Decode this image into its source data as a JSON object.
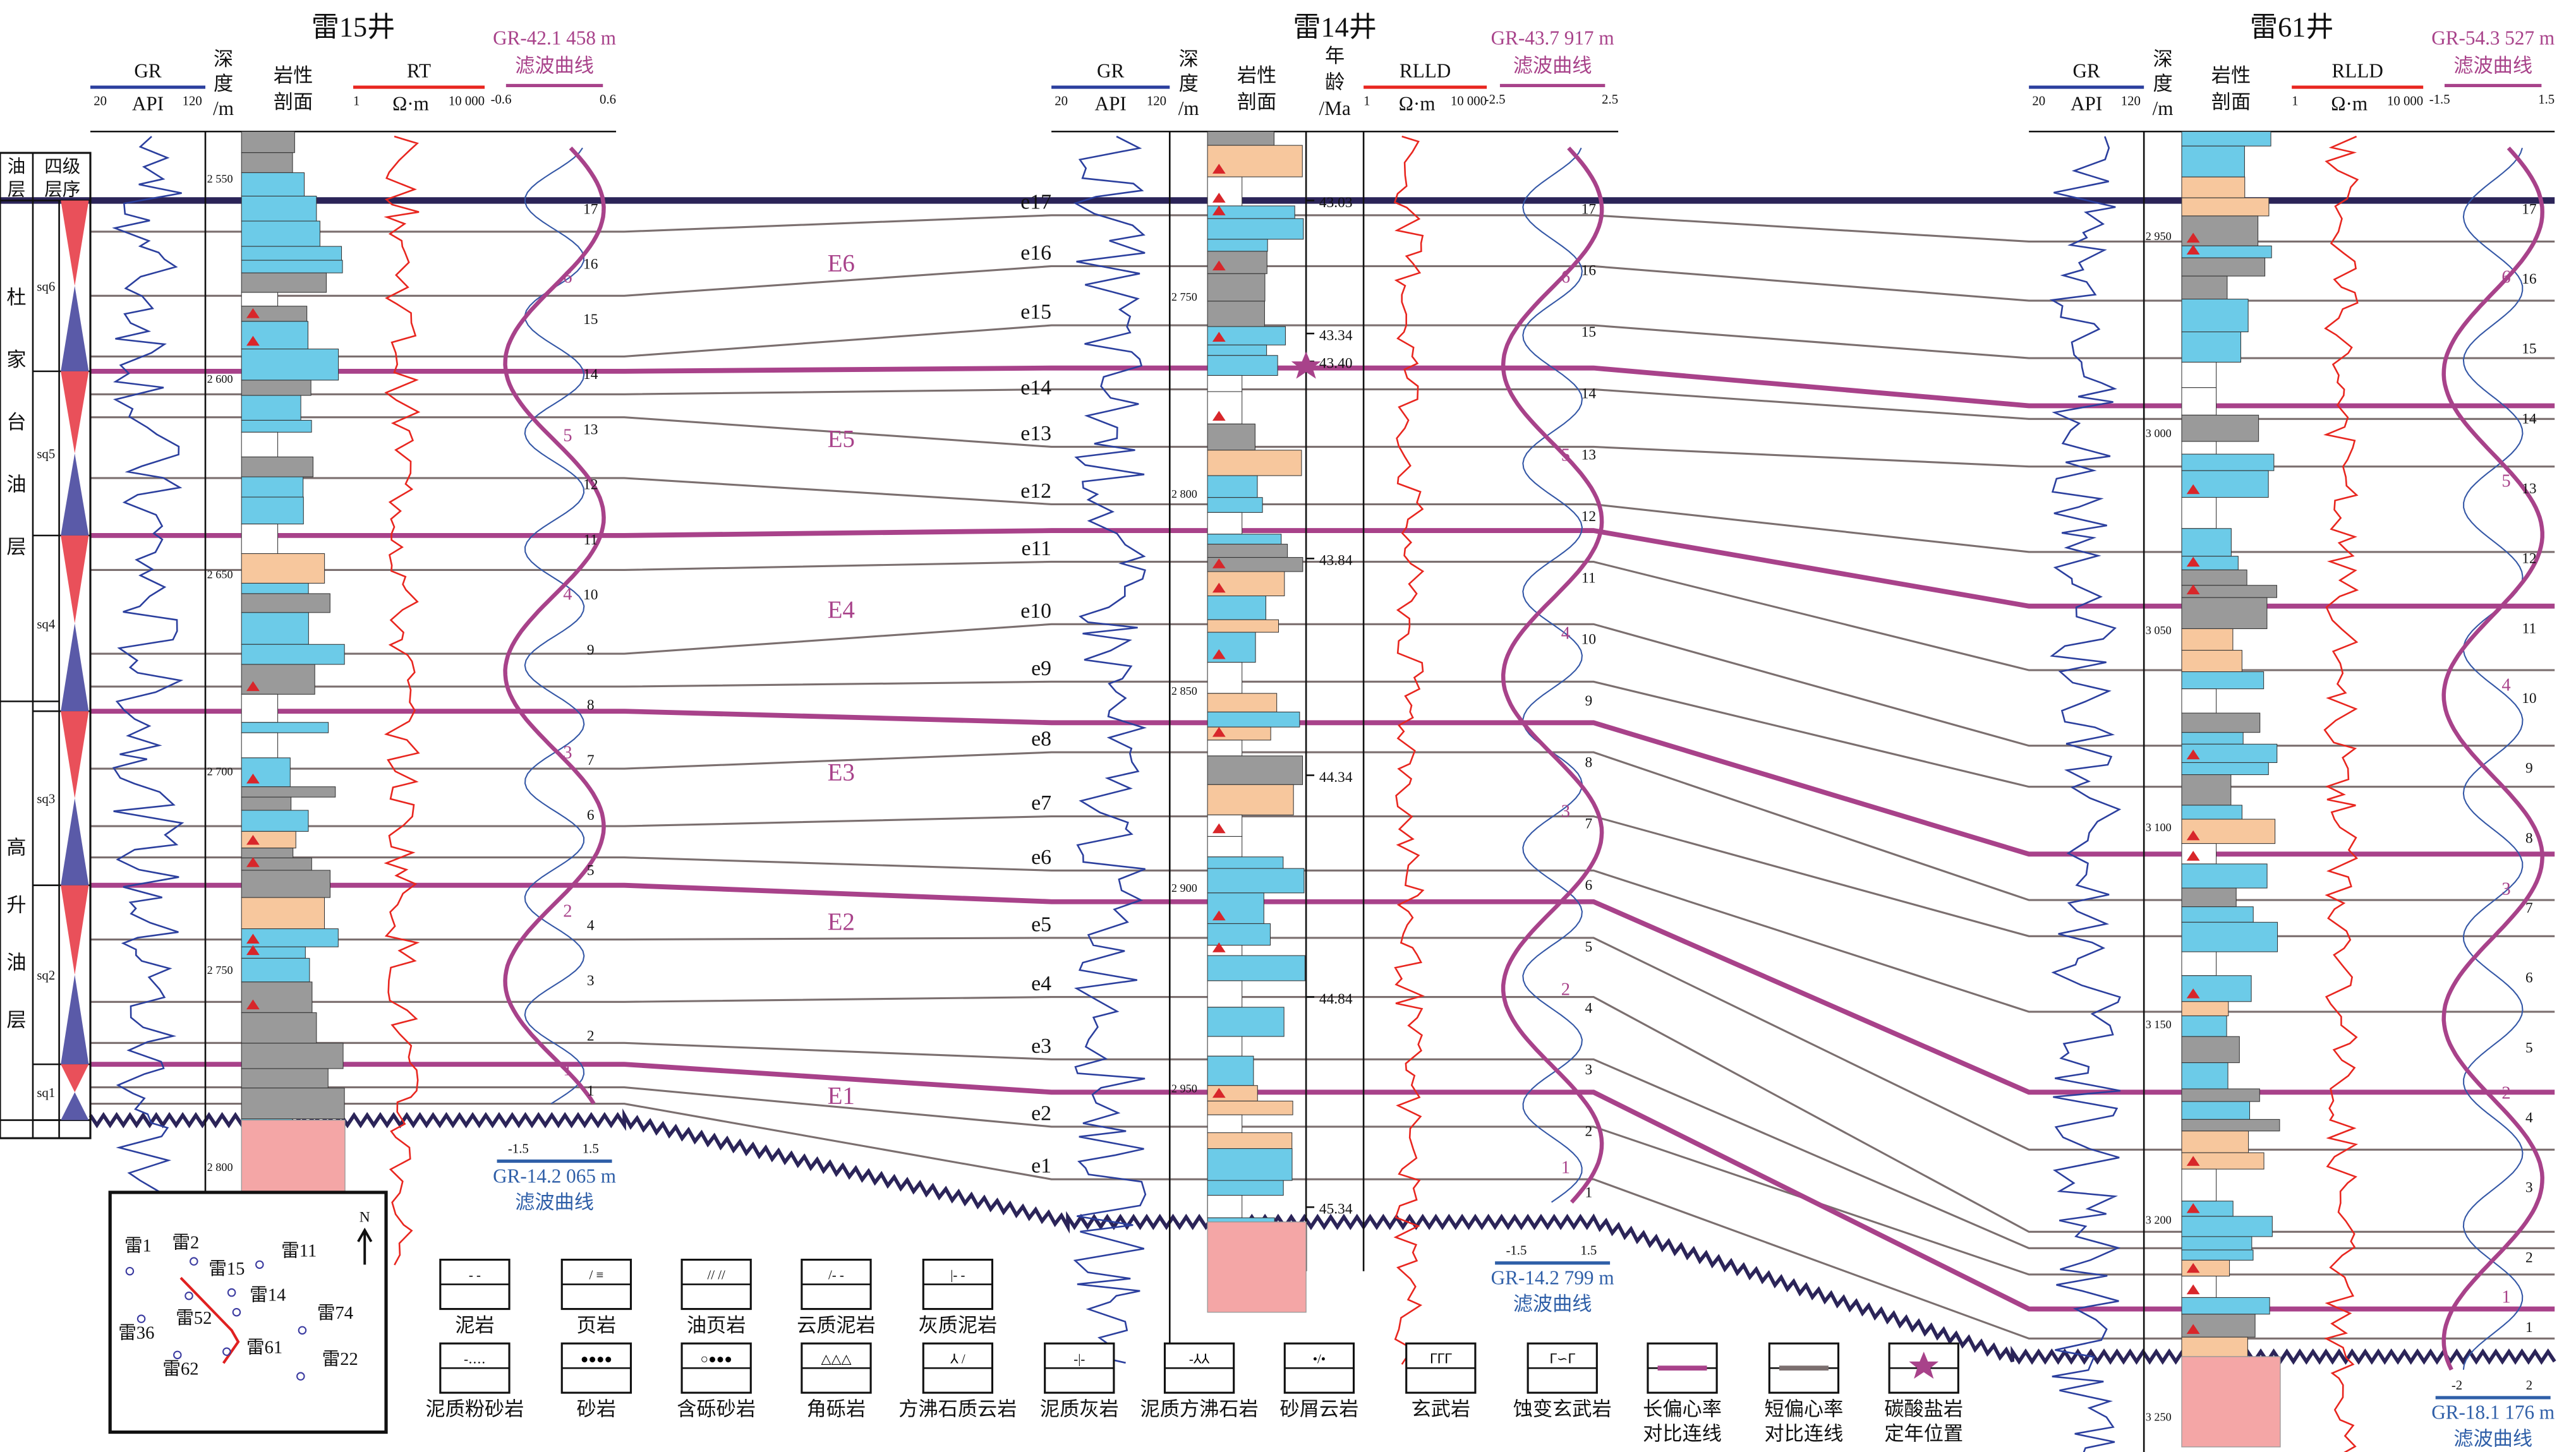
{
  "wells": [
    {
      "title": "雷15井",
      "gr": "GR",
      "gr_unit": "API",
      "gr_min": "20",
      "gr_max": "120",
      "depth": [
        "深",
        "度",
        "/m"
      ],
      "litho": [
        "岩性",
        "剖面"
      ],
      "res": "RT",
      "res_unit": "Ω·m",
      "res_min": "1",
      "res_max": "10 000",
      "filter_top": [
        "GR-42.1 458 m",
        "滤波曲线"
      ],
      "filter_top_min": "-0.6",
      "filter_top_max": "0.6",
      "filter_bottom": [
        "GR-14.2 065 m",
        "滤波曲线"
      ],
      "filter_bottom_min": "-1.5",
      "filter_bottom_max": "1.5",
      "depths": [
        "2 550",
        "2 600",
        "2 650",
        "2 700",
        "2 750",
        "2 800"
      ]
    },
    {
      "title": "雷14井",
      "gr": "GR",
      "gr_unit": "API",
      "gr_min": "20",
      "gr_max": "120",
      "depth": [
        "深",
        "度",
        "/m"
      ],
      "litho": [
        "岩性",
        "剖面"
      ],
      "age": [
        "年",
        "龄",
        "/Ma"
      ],
      "res": "RLLD",
      "res_unit": "Ω·m",
      "res_min": "1",
      "res_max": "10 000",
      "filter_top": [
        "GR-43.7 917 m",
        "滤波曲线"
      ],
      "filter_top_min": "-2.5",
      "filter_top_max": "2.5",
      "filter_bottom": [
        "GR-14.2 799 m",
        "滤波曲线"
      ],
      "filter_bottom_min": "-1.5",
      "filter_bottom_max": "1.5",
      "depths": [
        "2 750",
        "2 800",
        "2 850",
        "2 900",
        "2 950"
      ],
      "ages": [
        "43.03",
        "43.34",
        "43.40",
        "43.84",
        "44.34",
        "44.84",
        "45.34"
      ]
    },
    {
      "title": "雷61井",
      "gr": "GR",
      "gr_unit": "API",
      "gr_min": "20",
      "gr_max": "120",
      "depth": [
        "深",
        "度",
        "/m"
      ],
      "litho": [
        "岩性",
        "剖面"
      ],
      "res": "RLLD",
      "res_unit": "Ω·m",
      "res_min": "1",
      "res_max": "10 000",
      "filter_top": [
        "GR-54.3 527 m",
        "滤波曲线"
      ],
      "filter_top_min": "-1.5",
      "filter_top_max": "1.5",
      "filter_bottom": [
        "GR-18.1 176 m",
        "滤波曲线"
      ],
      "filter_bottom_min": "-2",
      "filter_bottom_max": "2",
      "depths": [
        "2 950",
        "3 000",
        "3 050",
        "3 100",
        "3 150",
        "3 200",
        "3 250"
      ]
    }
  ],
  "strat": {
    "header_oil": [
      "油",
      "层"
    ],
    "header_seq": [
      "四级",
      "层序"
    ],
    "oil_layers": [
      [
        "杜",
        "家",
        "台",
        "油",
        "层"
      ],
      [
        "高",
        "升",
        "油",
        "层"
      ]
    ],
    "sequences": [
      "sq6",
      "sq5",
      "sq4",
      "sq3",
      "sq2",
      "sq1"
    ]
  },
  "short_cycles": [
    "e17",
    "e16",
    "e15",
    "e14",
    "e13",
    "e12",
    "e11",
    "e10",
    "e9",
    "e8",
    "e7",
    "e6",
    "e5",
    "e4",
    "e3",
    "e2",
    "e1"
  ],
  "long_cycles": [
    "E6",
    "E5",
    "E4",
    "E3",
    "E2",
    "E1"
  ],
  "cycle_numbers": [
    "17",
    "16",
    "15",
    "14",
    "13",
    "12",
    "11",
    "10",
    "9",
    "8",
    "7",
    "6",
    "5",
    "4",
    "3",
    "2",
    "1"
  ],
  "long_numbers": [
    "6",
    "5",
    "4",
    "3",
    "2",
    "1"
  ],
  "map": {
    "north": "N",
    "wells": [
      "雷1",
      "雷2",
      "雷11",
      "雷15",
      "雷14",
      "雷74",
      "雷36",
      "雷52",
      "雷61",
      "雷22",
      "雷62"
    ]
  },
  "legend": [
    "泥岩",
    "页岩",
    "油页岩",
    "云质泥岩",
    "灰质泥岩",
    "泥质粉砂岩",
    "砂岩",
    "含砾砂岩",
    "角砾岩",
    "方沸石质云岩",
    "泥质灰岩",
    "泥质方沸石岩",
    "砂屑云岩",
    "玄武岩",
    "蚀变玄武岩",
    [
      "长偏心率",
      "对比连线"
    ],
    [
      "短偏心率",
      "对比连线"
    ],
    [
      "碳酸盐岩",
      "定年位置"
    ]
  ],
  "colors": {
    "gr": "#2b3f9e",
    "res": "#e8261f",
    "long": "#a8428a",
    "short": "#7b6f6f",
    "top": "#2b2458",
    "dolomite": "#6ccbe8",
    "sand": "#f7c79d",
    "mud": "#9a9a9a",
    "basalt": "#f4a6a6"
  }
}
